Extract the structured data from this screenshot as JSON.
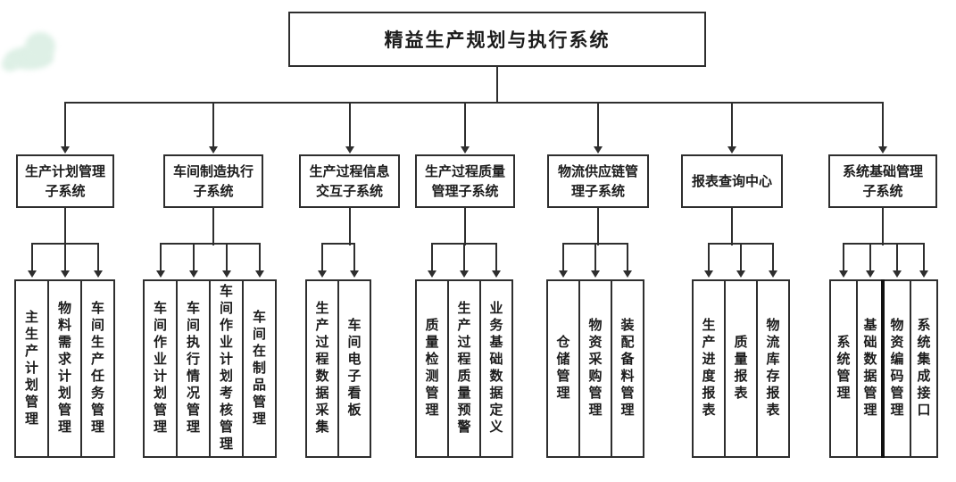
{
  "title": "精益生产规划与执行系统",
  "subsystems": [
    {
      "line1": "生产计划管理",
      "line2": "子系统",
      "children": [
        "主生产计划管理",
        "物料需求计划管理",
        "车间生产任务管理"
      ]
    },
    {
      "line1": "车间制造执行",
      "line2": "子系统",
      "children": [
        "车间作业计划管理",
        "车间执行情况管理",
        "车间作业计划考核管理",
        "车间在制品管理"
      ]
    },
    {
      "line1": "生产过程信息",
      "line2": "交互子系统",
      "children": [
        "生产过程数据采集",
        "车间电子看板"
      ]
    },
    {
      "line1": "生产过程质量",
      "line2": "管理子系统",
      "children": [
        "质量检测管理",
        "生产过程质量预警",
        "业务基础数据定义"
      ]
    },
    {
      "line1": "物流供应链管",
      "line2": "理子系统",
      "children": [
        "仓储管理",
        "物资采购管理",
        "装配备料管理"
      ]
    },
    {
      "line1": "报表查询中心",
      "line2": "",
      "children": [
        "生产进度报表",
        "质量报表",
        "物流库存报表"
      ]
    },
    {
      "line1": "系统基础管理",
      "line2": "子系统",
      "children": [
        "系统管理",
        "基础数据管理",
        "物资编码管理",
        "系统集成接口"
      ]
    }
  ],
  "colors": {
    "line": "#2e2e2e",
    "box_border": "#2e2e2e",
    "background": "#ffffff",
    "watermark": "#def0e6"
  }
}
